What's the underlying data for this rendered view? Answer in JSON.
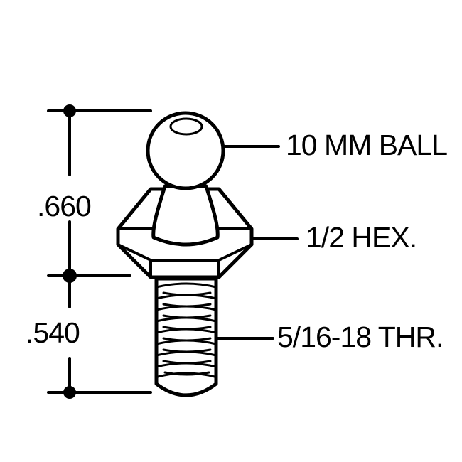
{
  "dimensions": {
    "upper": ".660",
    "lower": ".540"
  },
  "callouts": {
    "ball": "10 MM BALL",
    "hex": "1/2 HEX.",
    "thread": "5/16-18 THR."
  },
  "colors": {
    "ink": "#000000",
    "background": "#ffffff"
  }
}
